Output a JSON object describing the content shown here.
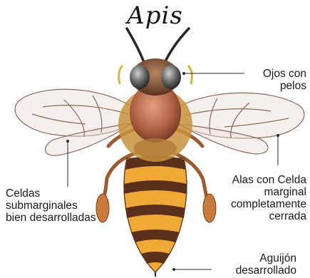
{
  "title": "Apis",
  "labels": {
    "eyes": [
      "Ojos con",
      "pelos"
    ],
    "wings": [
      "Alas con Celda",
      "marginal",
      "completamente",
      "cerrada"
    ],
    "cells": [
      "Celdas",
      "submarginales",
      "bien desarrolladas"
    ],
    "sting": [
      "Aguijón",
      "desarrollado"
    ]
  },
  "colors": {
    "text": "#1a1a1a",
    "wing": "#8a6a5a",
    "thorax": "#b5674a",
    "fur": "#c8923c",
    "band_dark": "#5a2f1c",
    "band_light": "#f0a836"
  }
}
